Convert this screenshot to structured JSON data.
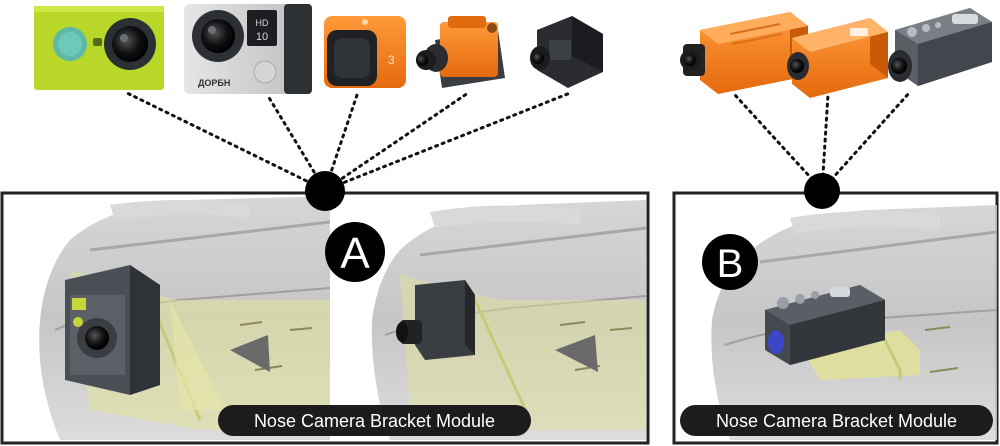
{
  "panels": [
    {
      "id": "A",
      "badge": "A",
      "caption": "Nose Camera Bracket Module"
    },
    {
      "id": "B",
      "badge": "B",
      "caption": "Nose Camera Bracket Module"
    }
  ],
  "cameras": {
    "group_a": [
      {
        "name": "yellow-action-camera",
        "icon": "camera-icon"
      },
      {
        "name": "silver-action-camera",
        "icon": "camera-icon",
        "brand_text": "ДОРБН",
        "screen_text": "HD\n10"
      },
      {
        "name": "orange-cube-camera",
        "icon": "camera-icon",
        "side_text": "3"
      },
      {
        "name": "orange-fpv-camera",
        "icon": "camera-icon"
      },
      {
        "name": "black-board-camera",
        "icon": "camera-icon"
      }
    ],
    "group_b": [
      {
        "name": "orange-box-camera-1",
        "icon": "camera-icon"
      },
      {
        "name": "orange-box-camera-2",
        "icon": "camera-icon"
      },
      {
        "name": "grey-bullet-camera",
        "icon": "camera-icon"
      }
    ]
  },
  "colors": {
    "lime": "#b9d728",
    "orange": "#f07a1c",
    "hull": "#b9b9b9",
    "bracket": "#e2e29a",
    "frame": "#222222",
    "node": "#000000"
  }
}
